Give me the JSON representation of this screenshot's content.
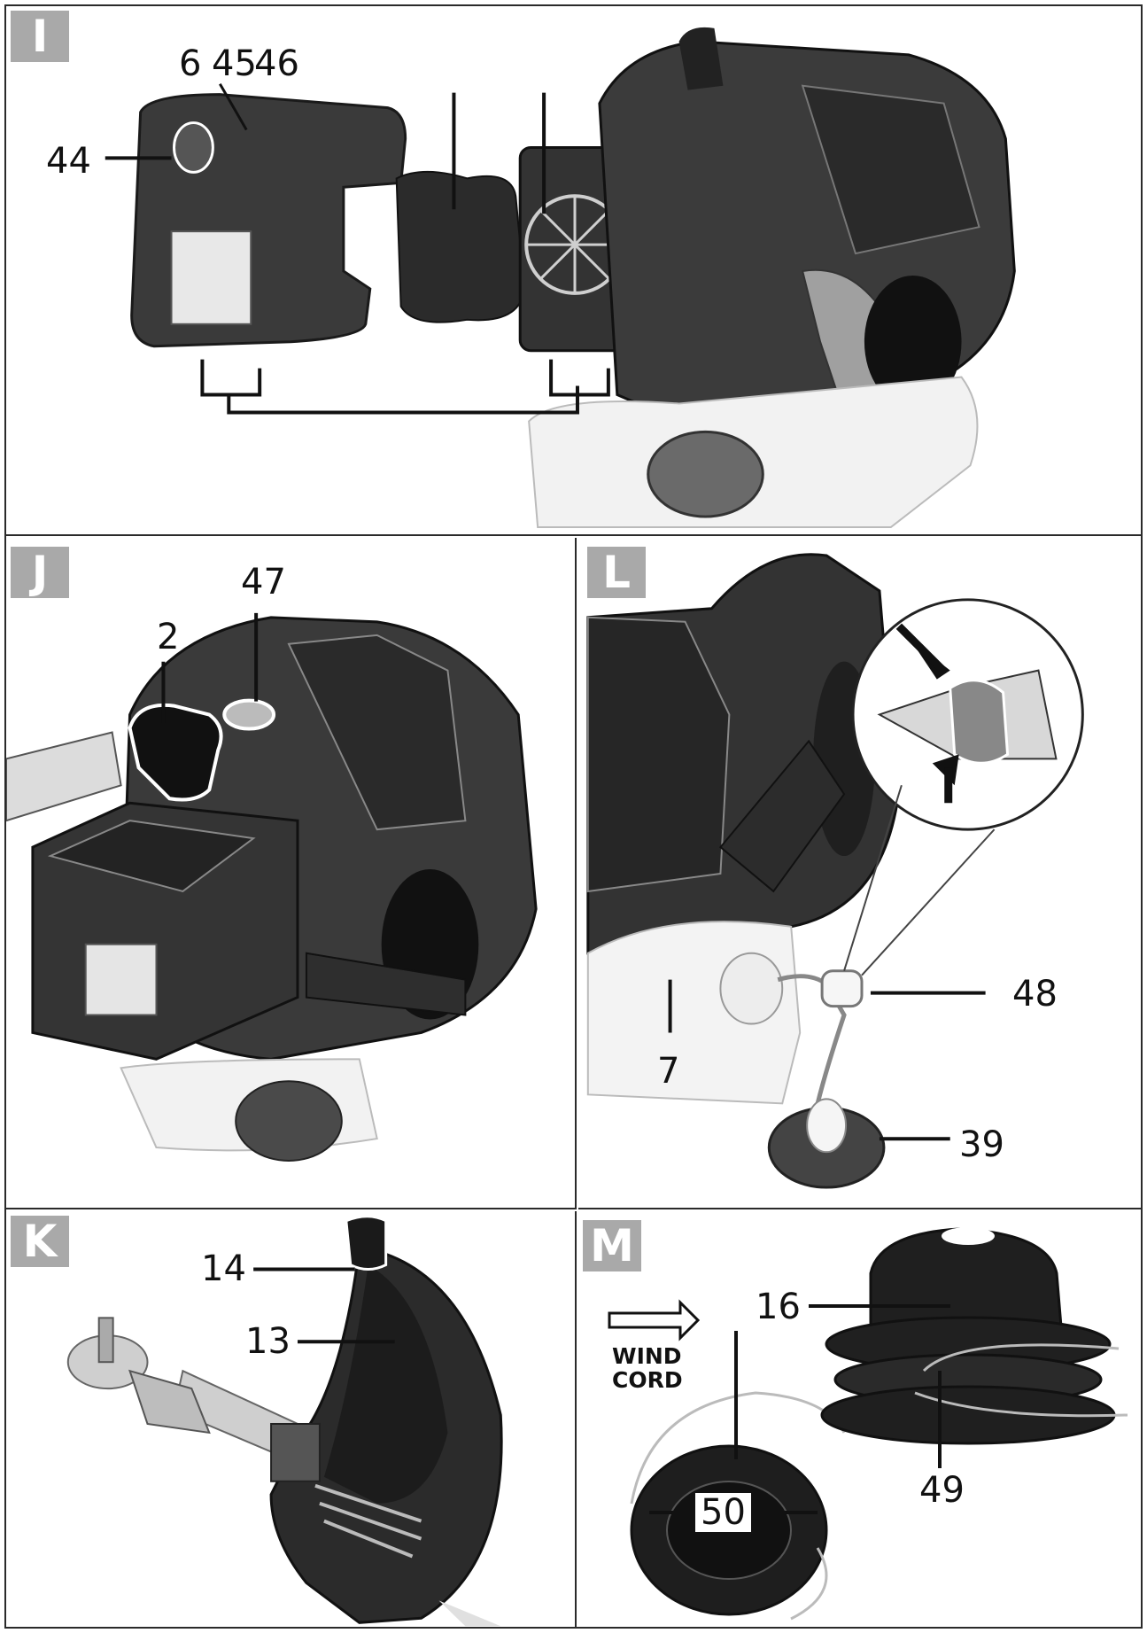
{
  "panels": {
    "I": {
      "badge": "I",
      "callouts": {
        "c6": "6",
        "c45": "45",
        "c46": "46",
        "c44": "44"
      }
    },
    "J": {
      "badge": "J",
      "callouts": {
        "c2": "2",
        "c47": "47"
      }
    },
    "L": {
      "badge": "L",
      "callouts": {
        "c48": "48",
        "c7": "7",
        "c39": "39"
      }
    },
    "K": {
      "badge": "K",
      "callouts": {
        "c14": "14",
        "c13": "13"
      }
    },
    "M": {
      "badge": "M",
      "wind_line1": "WIND",
      "wind_line2": "CORD",
      "callouts": {
        "c16": "16",
        "c50": "50",
        "c49": "49"
      }
    }
  }
}
